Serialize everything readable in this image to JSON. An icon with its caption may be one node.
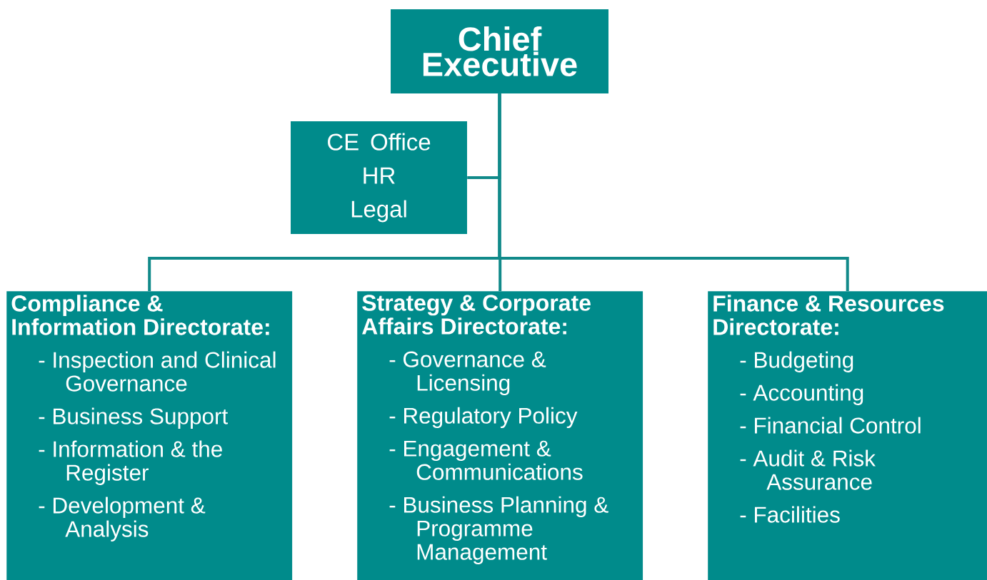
{
  "diagram": {
    "nodes": [
      {
        "text": [
          "Chief Executive"
        ]
      },
      {
        "text": [
          "CE Office",
          "HR",
          "Legal"
        ]
      },
      {
        "text": [
          "Compliance & Information Directorate:",
          "- Inspection and Clinical Governance",
          "- Business Support",
          "- Information & the Register",
          "- Development & Analysis"
        ]
      },
      {
        "text": [
          "Strategy & Corporate Affairs Directorate:",
          "- Governance & Licensing",
          "- Regulatory Policy",
          "- Engagement & Communications",
          "- Business Planning & Programme Management"
        ]
      },
      {
        "text": [
          "Finance & Resources Directorate:",
          "- Budgeting",
          "- Accounting",
          "- Financial Control",
          "- Audit & Risk Assurance",
          "- Facilities"
        ]
      }
    ],
    "edges": [
      {
        "from": 0,
        "to": 1,
        "arrow": "none"
      },
      {
        "from": 0,
        "to": 2,
        "arrow": "none"
      },
      {
        "from": 0,
        "to": 3,
        "arrow": "none"
      },
      {
        "from": 0,
        "to": 4,
        "arrow": "none"
      }
    ]
  }
}
